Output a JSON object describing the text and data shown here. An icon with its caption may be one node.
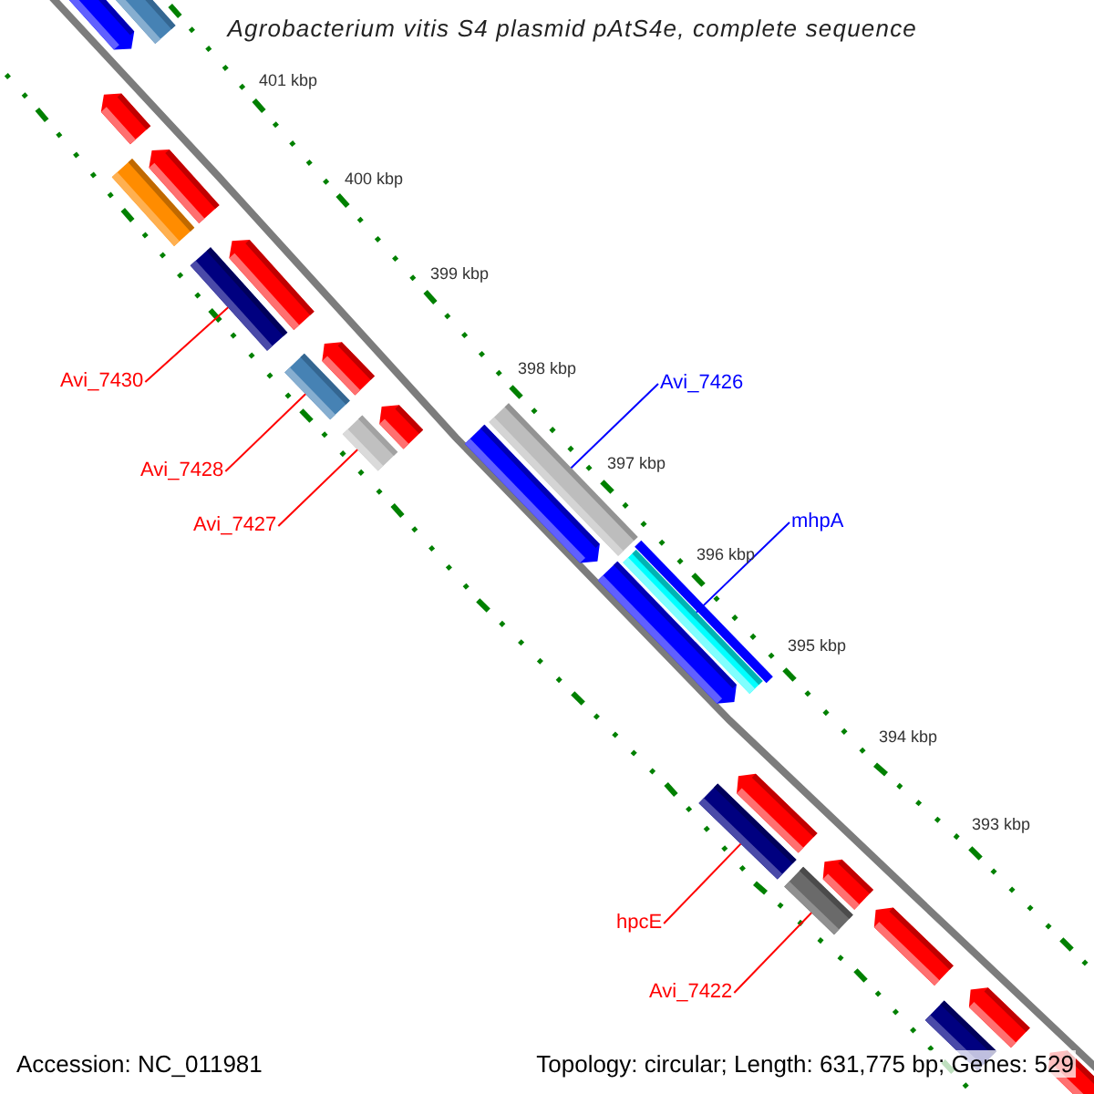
{
  "diagram": {
    "title": "Agrobacterium vitis S4 plasmid pAtS4e, complete sequence",
    "nodes": [
      {
        "text": [
          "Avi_7430"
        ]
      },
      {
        "text": [
          "Avi_7426"
        ]
      },
      {
        "text": [
          "Avi_7428"
        ]
      },
      {
        "text": [
          "mhpA"
        ]
      },
      {
        "text": [
          "Avi_7427"
        ]
      },
      {
        "text": [
          "hpcE"
        ]
      },
      {
        "text": [
          "Avi_7422"
        ]
      },
      {
        "text": [],
        "shape": "bar"
      },
      {
        "text": [],
        "shape": "bar"
      },
      {
        "text": [],
        "shape": "bar"
      },
      {
        "text": [],
        "shape": "bar"
      },
      {
        "text": [],
        "shape": "bar"
      },
      {
        "text": [],
        "shape": "bar"
      },
      {
        "text": [],
        "shape": "bar"
      },
      {
        "text": [],
        "shape": "bar"
      },
      {
        "text": [],
        "shape": "bar"
      },
      {
        "text": [],
        "shape": "bar"
      },
      {
        "text": [],
        "shape": "bar"
      },
      {
        "text": [],
        "shape": "bar"
      },
      {
        "text": [],
        "shape": "bar"
      },
      {
        "text": [],
        "shape": "bar"
      },
      {
        "text": [],
        "shape": "bar"
      },
      {
        "text": [],
        "shape": "bar"
      },
      {
        "text": [],
        "shape": "bar"
      },
      {
        "text": [],
        "shape": "bar"
      },
      {
        "text": [],
        "shape": "bar"
      },
      {
        "text": [],
        "shape": "bar"
      },
      {
        "text": [],
        "shape": "bar"
      },
      {
        "text": [],
        "shape": "bar"
      },
      {
        "text": [],
        "shape": "bar"
      },
      {
        "text": [],
        "shape": "bar"
      }
    ],
    "edges": [
      {
        "from": 0,
        "to": 7,
        "arrow": "none"
      },
      {
        "from": 1,
        "to": 10,
        "arrow": "none",
        "color": "#0000ff"
      },
      {
        "from": 2,
        "to": 8,
        "arrow": "none"
      },
      {
        "from": 3,
        "to": 11,
        "arrow": "none",
        "color": "#0000ff"
      },
      {
        "from": 4,
        "to": 9,
        "arrow": "none"
      },
      {
        "from": 5,
        "to": 12,
        "arrow": "none"
      },
      {
        "from": 6,
        "to": 13,
        "arrow": "none"
      }
    ],
    "labels": [
      "401 kbp",
      "400 kbp",
      "399 kbp",
      "398 kbp",
      "397 kbp",
      "396 kbp",
      "395 kbp",
      "394 kbp",
      "393 kbp",
      "Accession: NC_011981",
      "Topology: circular; Length: 631,775 bp; Genes: 529"
    ]
  }
}
